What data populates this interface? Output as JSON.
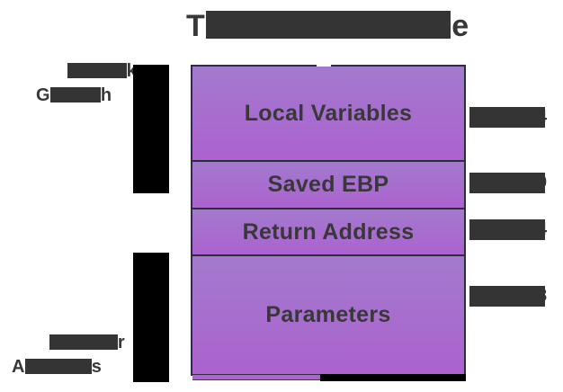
{
  "title": {
    "prefix": "T",
    "suffix": "e",
    "redacted": true
  },
  "labels": {
    "stack_growth": {
      "line1_suffix": "k",
      "line2_prefix": "G",
      "line2_suffix": "h"
    },
    "higher_addresses": {
      "line1_suffix": "r",
      "line2_prefix": "A",
      "line2_suffix": "s"
    }
  },
  "stack_frame": {
    "sections": [
      {
        "label": "Local Variables",
        "offset_fragment": "4"
      },
      {
        "label": "Saved EBP",
        "offset_fragment": "0"
      },
      {
        "label": "Return Address",
        "offset_fragment": "4"
      },
      {
        "label": "Parameters",
        "offset_fragment": "8"
      }
    ]
  },
  "colors": {
    "background": "#ffffff",
    "text": "#383838",
    "redaction": "#343434",
    "arrow": "#000000",
    "box_border": "#2d2d3d",
    "gradient_top": "#a27acd",
    "gradient_bottom": "#ac62cf"
  }
}
